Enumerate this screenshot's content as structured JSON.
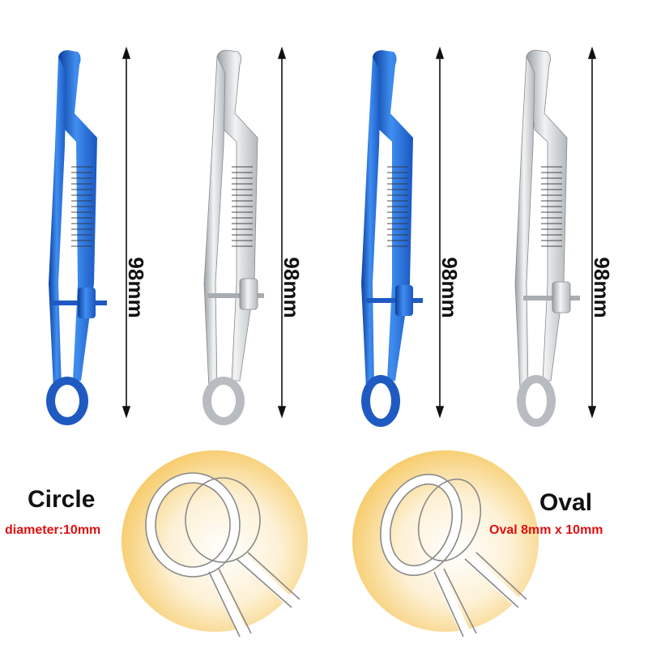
{
  "dimension_label": "98mm",
  "circle": {
    "title": "Circle",
    "subtitle": "diameter:10mm"
  },
  "oval": {
    "title": "Oval",
    "subtitle": "Oval 8mm x 10mm"
  },
  "colors": {
    "blue_instrument": "#2a6fd6",
    "silver_instrument": "#cfd3d6",
    "glow": "#f6c860",
    "label_red": "#e01010"
  }
}
